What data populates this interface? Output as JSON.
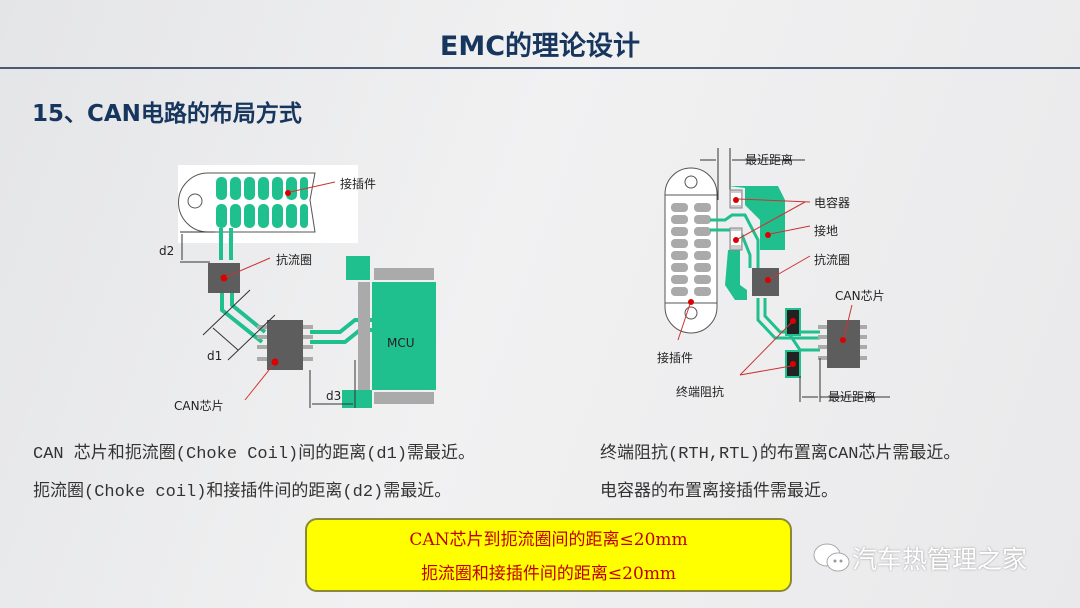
{
  "header": {
    "title": "EMC的理论设计"
  },
  "section": {
    "title": "15、CAN电路的布局方式"
  },
  "left_diagram": {
    "connector": "接插件",
    "choke": "抗流圈",
    "chip": "CAN芯片",
    "mcu": "MCU",
    "d1": "d1",
    "d2": "d2",
    "d3": "d3"
  },
  "right_diagram": {
    "nearest_top": "最近距离",
    "capacitor": "电容器",
    "ground": "接地",
    "choke": "抗流圈",
    "chip": "CAN芯片",
    "connector": "接插件",
    "termination": "终端阻抗",
    "nearest_bottom": "最近距离"
  },
  "left_text": [
    "CAN 芯片和扼流圈(Choke Coil)间的距离(d1)需最近。",
    "扼流圈(Choke coil)和接插件间的距离(d2)需最近。"
  ],
  "right_text": [
    "终端阻抗(RTH,RTL)的布置离CAN芯片需最近。",
    "电容器的布置离接插件需最近。"
  ],
  "highlight": [
    "CAN芯片到扼流圈间的距离≤20mm",
    "扼流圈和接插件间的距离≤20mm"
  ],
  "watermark": "汽车热管理之家",
  "colors": {
    "title": "#17365d",
    "pcb": "#1fc08e",
    "highlight_bg": "#ffff00",
    "highlight_text": "#c00000"
  }
}
